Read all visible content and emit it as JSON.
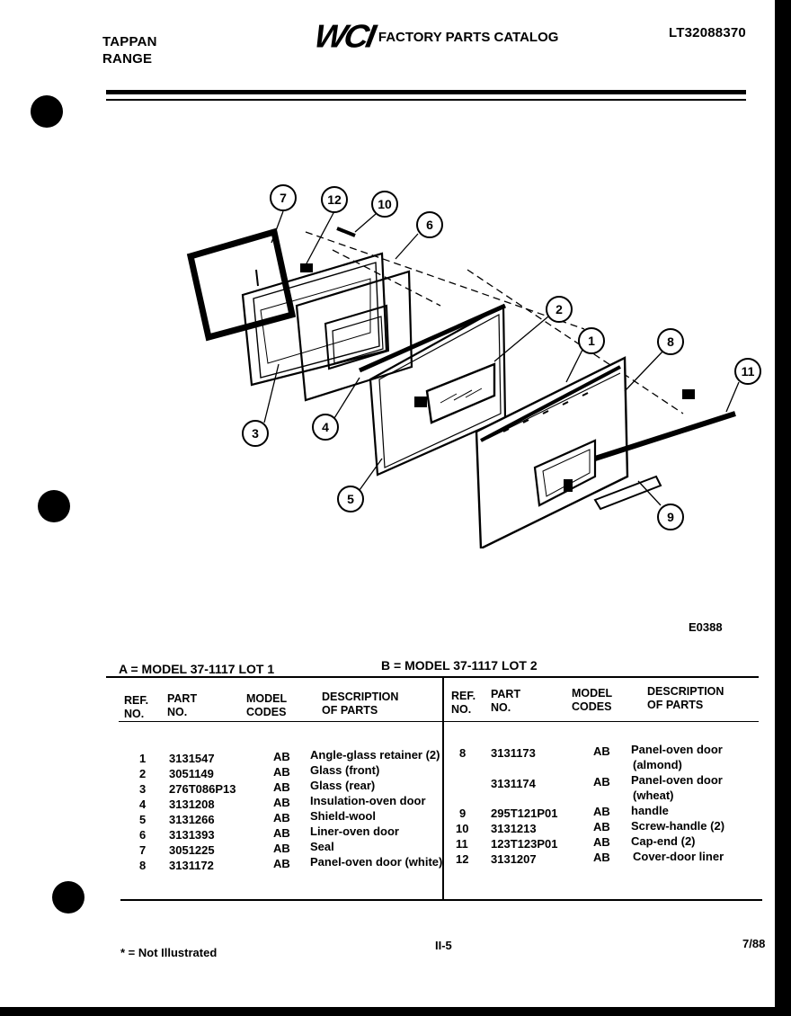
{
  "header": {
    "brand_line1": "TAPPAN",
    "brand_line2": "RANGE",
    "logo": "WCI",
    "catalog_title": "FACTORY PARTS CATALOG",
    "catalog_number": "LT32088370"
  },
  "diagram": {
    "callouts": [
      "7",
      "12",
      "10",
      "6",
      "2",
      "1",
      "8",
      "11",
      "3",
      "4",
      "5",
      "9"
    ],
    "figure_code": "E0388"
  },
  "models": {
    "a": "A = MODEL 37-1117 LOT 1",
    "b": "B = MODEL 37-1117 LOT 2"
  },
  "table": {
    "headers": {
      "ref": "REF.\nNO.",
      "part": "PART\nNO.",
      "model": "MODEL\nCODES",
      "desc": "DESCRIPTION\nOF PARTS"
    },
    "left_rows": [
      {
        "ref": "1",
        "part": "3131547",
        "codes": "AB",
        "desc": "Angle-glass retainer (2)"
      },
      {
        "ref": "2",
        "part": "3051149",
        "codes": "AB",
        "desc": "Glass (front)"
      },
      {
        "ref": "3",
        "part": "276T086P13",
        "codes": "AB",
        "desc": "Glass (rear)"
      },
      {
        "ref": "4",
        "part": "3131208",
        "codes": "AB",
        "desc": "Insulation-oven door"
      },
      {
        "ref": "5",
        "part": "3131266",
        "codes": "AB",
        "desc": "Shield-wool"
      },
      {
        "ref": "6",
        "part": "3131393",
        "codes": "AB",
        "desc": "Liner-oven door"
      },
      {
        "ref": "7",
        "part": "3051225",
        "codes": "AB",
        "desc": "Seal"
      },
      {
        "ref": "8",
        "part": "3131172",
        "codes": "AB",
        "desc": "Panel-oven door (white)"
      }
    ],
    "right_rows": [
      {
        "ref": "8",
        "part": "3131173",
        "codes": "AB",
        "desc": "Panel-oven door",
        "desc2": "(almond)"
      },
      {
        "ref": "",
        "part": "3131174",
        "codes": "AB",
        "desc": "Panel-oven door",
        "desc2": "(wheat)"
      },
      {
        "ref": "9",
        "part": "295T121P01",
        "codes": "AB",
        "desc": "handle",
        "desc2": ""
      },
      {
        "ref": "10",
        "part": "3131213",
        "codes": "AB",
        "desc": "Screw-handle (2)",
        "desc2": ""
      },
      {
        "ref": "11",
        "part": "123T123P01",
        "codes": "AB",
        "desc": "Cap-end (2)",
        "desc2": ""
      },
      {
        "ref": "12",
        "part": "3131207",
        "codes": "AB",
        "desc": "Cover-door liner",
        "desc2": ""
      }
    ]
  },
  "footer": {
    "note": "* = Not Illustrated",
    "page": "II-5",
    "date": "7/88"
  }
}
